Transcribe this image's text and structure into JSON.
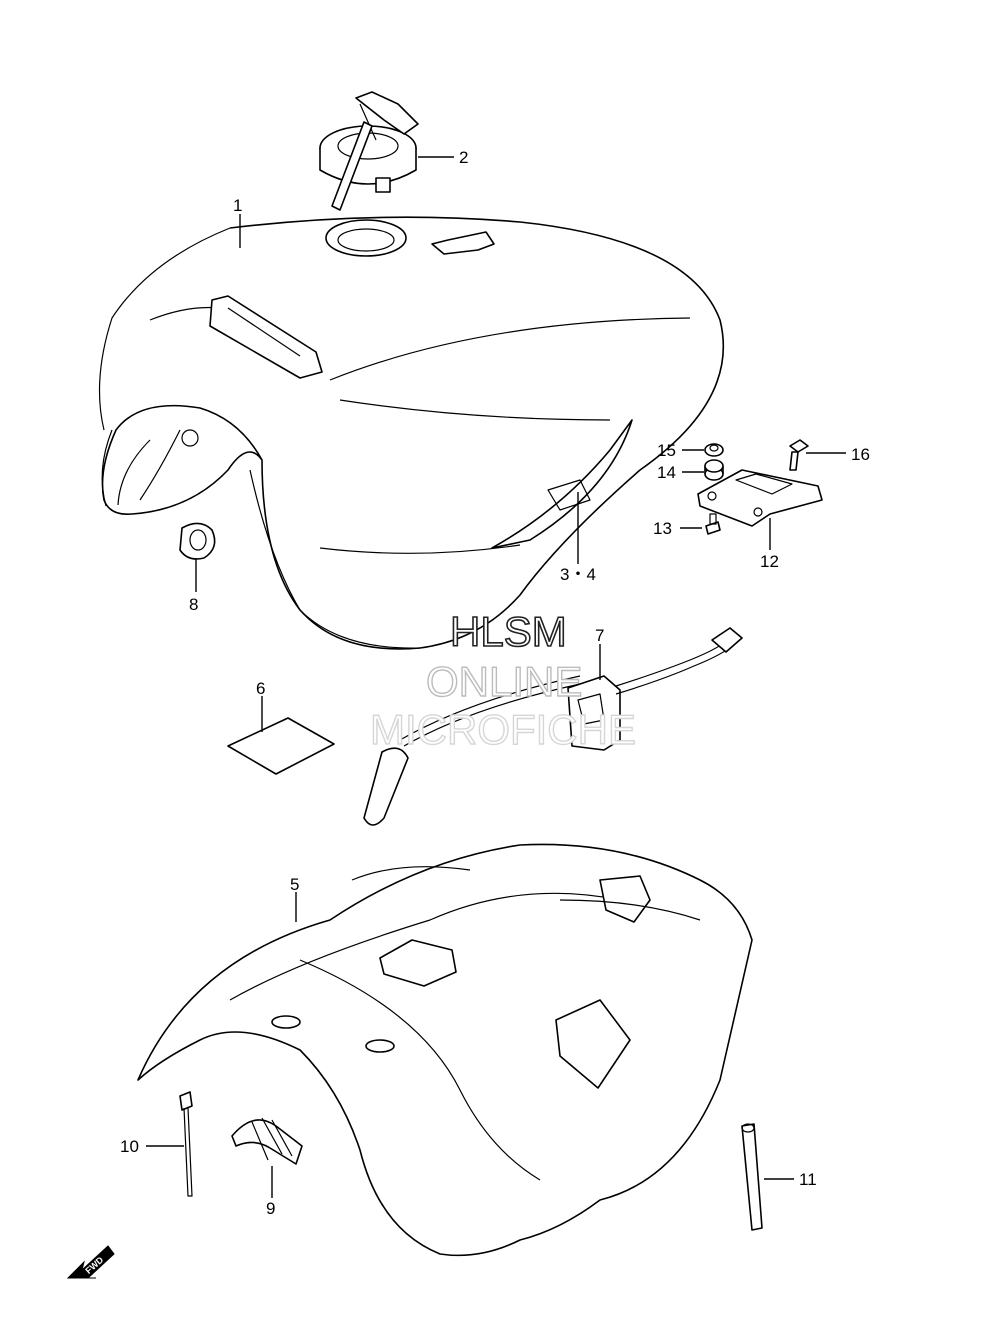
{
  "callouts": {
    "c1": "1",
    "c2": "2",
    "c34": "3・4",
    "c5": "5",
    "c6": "6",
    "c7": "7",
    "c8": "8",
    "c9": "9",
    "c10": "10",
    "c11": "11",
    "c12": "12",
    "c13": "13",
    "c14": "14",
    "c15": "15",
    "c16": "16"
  },
  "watermark": {
    "line1": "HLSM",
    "line2": "ONLINE",
    "line3": "MICROFICHE"
  },
  "fwd": {
    "label": "FWD"
  },
  "colors": {
    "ink": "#000000",
    "watermark": "#bcbcbc",
    "background": "#ffffff"
  }
}
